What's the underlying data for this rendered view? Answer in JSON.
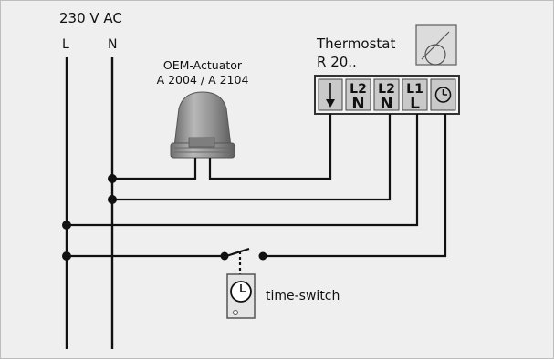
{
  "supply": {
    "voltage": "230 V AC",
    "phase": "L",
    "neutral": "N"
  },
  "actuator": {
    "name": "OEM-Actuator",
    "model": "A 2004 / A 2104"
  },
  "thermostat": {
    "title": "Thermostat",
    "model": "R 20..",
    "terminals": [
      {
        "top": "↓",
        "bottom": "",
        "icon": "down-arrow-icon"
      },
      {
        "top": "L2",
        "bottom": "N"
      },
      {
        "top": "L2",
        "bottom": "N"
      },
      {
        "top": "L1",
        "bottom": "L"
      },
      {
        "top": "",
        "bottom": "",
        "icon": "clock-icon"
      }
    ]
  },
  "time_switch": {
    "label": "time-switch"
  },
  "colors": {
    "background": "#efefef",
    "wire": "#111111",
    "terminal_fill": "#c9c9c9",
    "actuator_body": "#9a9a9a"
  }
}
